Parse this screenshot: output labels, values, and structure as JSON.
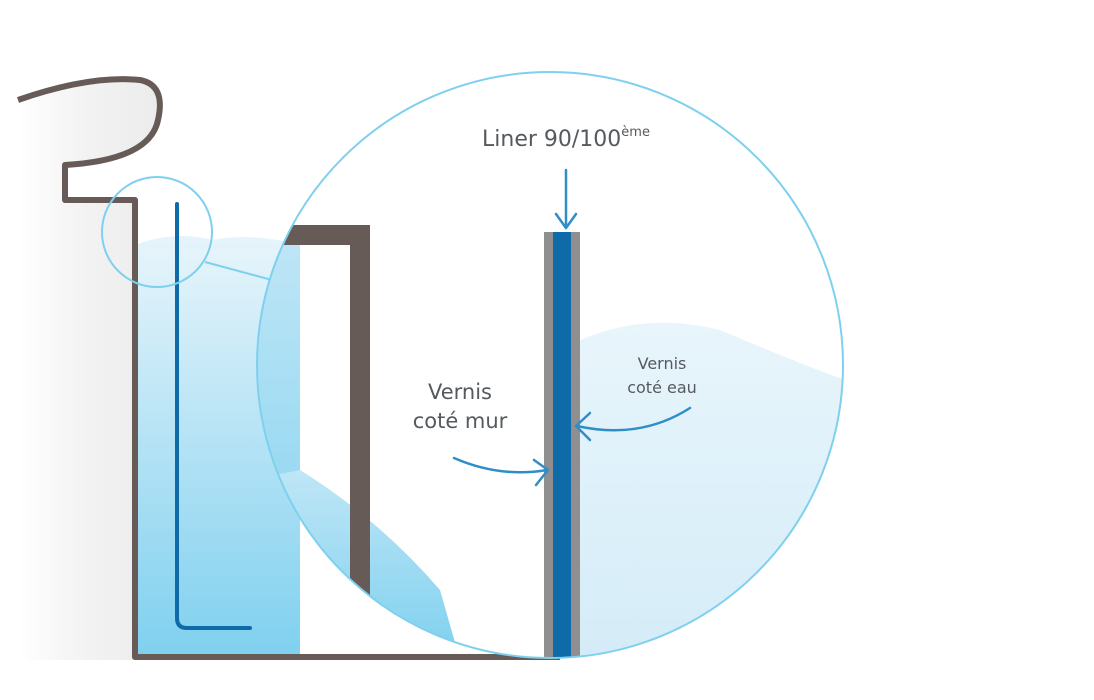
{
  "labels": {
    "liner": "Liner 90/100",
    "liner_sup": "ème",
    "wall_side_line1": "Vernis",
    "wall_side_line2": "coté mur",
    "water_side_line1": "Vernis",
    "water_side_line2": "coté eau"
  },
  "colors": {
    "wall": "#675b58",
    "liner": "#0f6aa8",
    "liner_backing": "#8f8f8f",
    "water_light": "#dcf0fa",
    "water_deep": "#7ed0ef",
    "outline_circle": "#7fd0ee",
    "arrow": "#2f8ec7",
    "text": "#555a5e"
  }
}
